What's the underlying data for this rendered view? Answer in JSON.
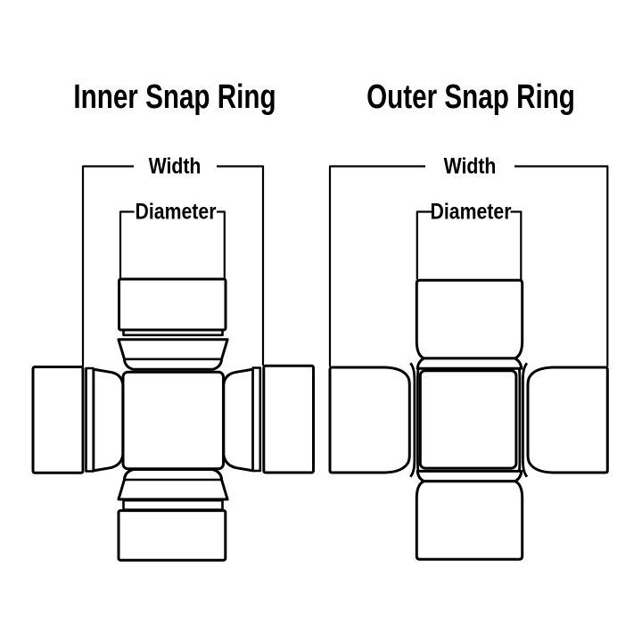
{
  "colors": {
    "background": "#ffffff",
    "line": "#000000"
  },
  "diagrams": {
    "inner": {
      "title": "Inner Snap Ring",
      "width_label": "Width",
      "diameter_label": "Diameter"
    },
    "outer": {
      "title": "Outer Snap Ring",
      "width_label": "Width",
      "diameter_label": "Diameter"
    }
  }
}
